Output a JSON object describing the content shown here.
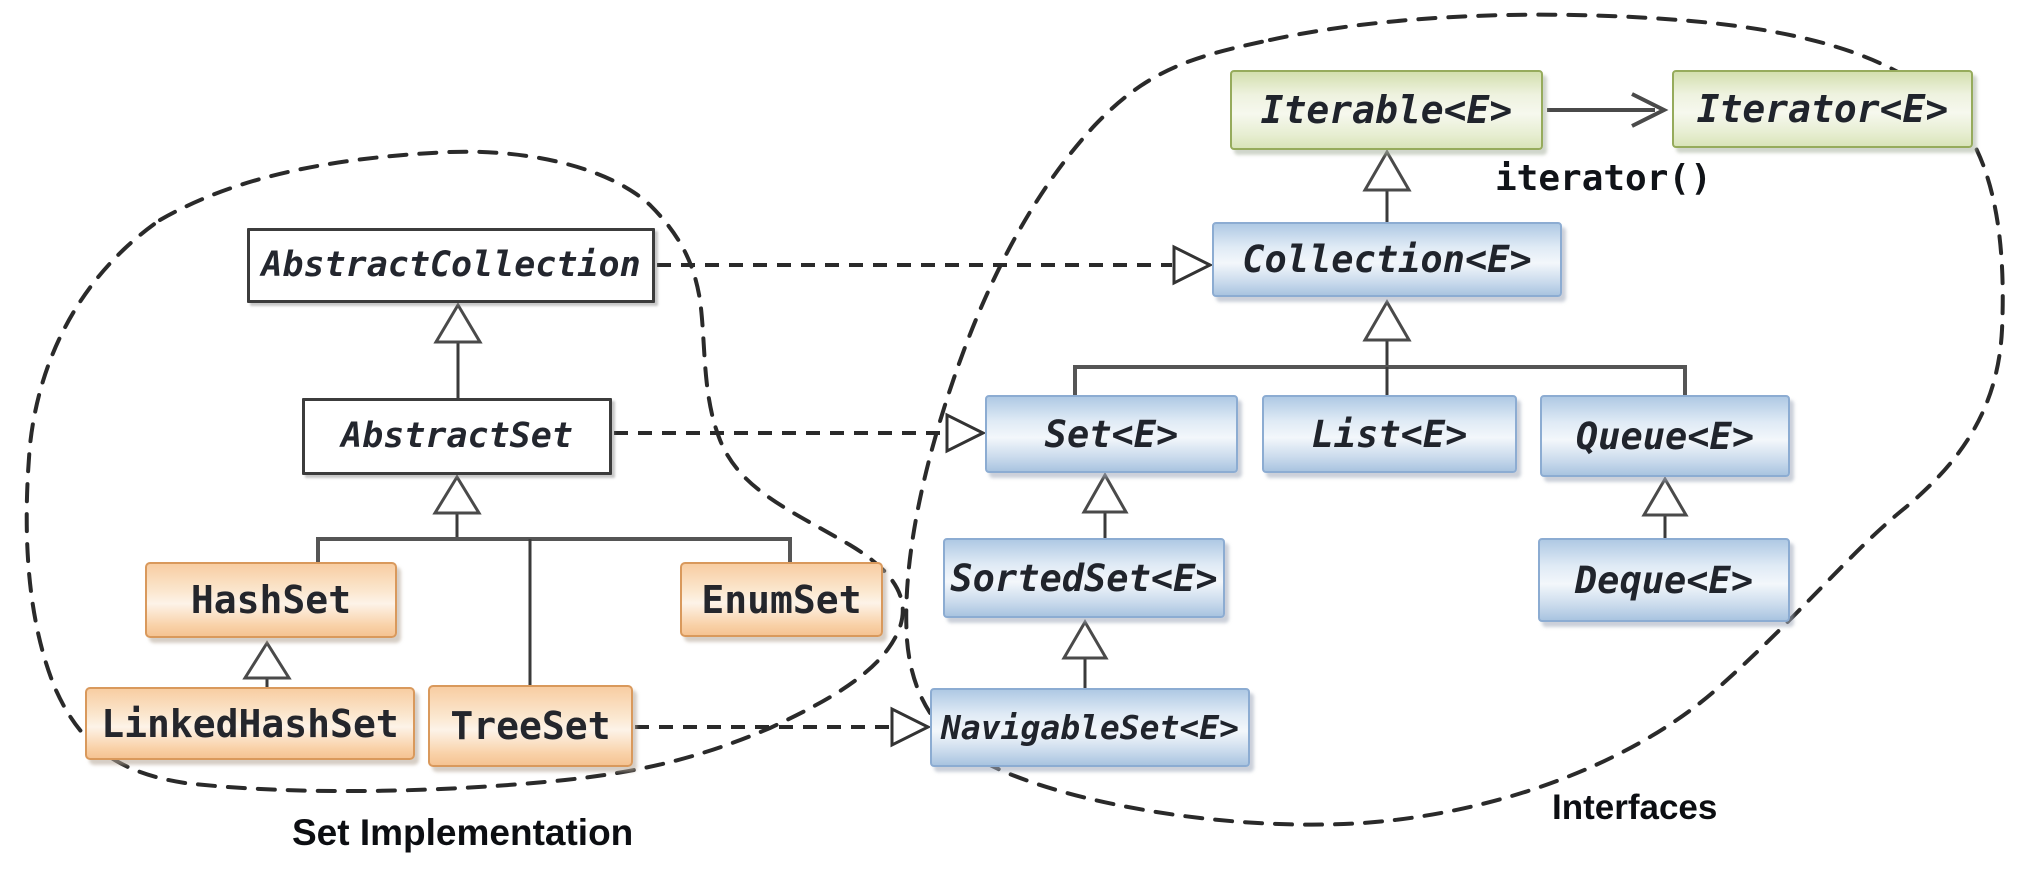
{
  "diagram": {
    "title_hint": "Java Set implementations and collection interfaces hierarchy",
    "clusters": {
      "implementation": {
        "label": "Set Implementation"
      },
      "interfaces": {
        "label": "Interfaces"
      }
    },
    "nodes": {
      "iterable": {
        "label": "Iterable<E>",
        "kind": "interface"
      },
      "iterator": {
        "label": "Iterator<E>",
        "kind": "interface"
      },
      "collection": {
        "label": "Collection<E>",
        "kind": "interface"
      },
      "set": {
        "label": "Set<E>",
        "kind": "interface"
      },
      "list": {
        "label": "List<E>",
        "kind": "interface"
      },
      "queue": {
        "label": "Queue<E>",
        "kind": "interface"
      },
      "sortedset": {
        "label": "SortedSet<E>",
        "kind": "interface"
      },
      "deque": {
        "label": "Deque<E>",
        "kind": "interface"
      },
      "navigableset": {
        "label": "NavigableSet<E>",
        "kind": "interface"
      },
      "abstractcollection": {
        "label": "AbstractCollection",
        "kind": "abstract-class"
      },
      "abstractset": {
        "label": "AbstractSet",
        "kind": "abstract-class"
      },
      "hashset": {
        "label": "HashSet",
        "kind": "concrete-class"
      },
      "enumset": {
        "label": "EnumSet",
        "kind": "concrete-class"
      },
      "linkedhashset": {
        "label": "LinkedHashSet",
        "kind": "concrete-class"
      },
      "treeset": {
        "label": "TreeSet",
        "kind": "concrete-class"
      }
    },
    "edge_label": "iterator()",
    "edges": [
      {
        "from": "iterable",
        "to": "iterator",
        "type": "association",
        "label": "iterator()"
      },
      {
        "from": "collection",
        "to": "iterable",
        "type": "extends"
      },
      {
        "from": "set",
        "to": "collection",
        "type": "extends"
      },
      {
        "from": "list",
        "to": "collection",
        "type": "extends"
      },
      {
        "from": "queue",
        "to": "collection",
        "type": "extends"
      },
      {
        "from": "sortedset",
        "to": "set",
        "type": "extends"
      },
      {
        "from": "navigableset",
        "to": "sortedset",
        "type": "extends"
      },
      {
        "from": "deque",
        "to": "queue",
        "type": "extends"
      },
      {
        "from": "abstractset",
        "to": "abstractcollection",
        "type": "extends"
      },
      {
        "from": "hashset",
        "to": "abstractset",
        "type": "extends"
      },
      {
        "from": "treeset",
        "to": "abstractset",
        "type": "extends"
      },
      {
        "from": "enumset",
        "to": "abstractset",
        "type": "extends"
      },
      {
        "from": "linkedhashset",
        "to": "hashset",
        "type": "extends"
      },
      {
        "from": "abstractcollection",
        "to": "collection",
        "type": "implements-dashed"
      },
      {
        "from": "abstractset",
        "to": "set",
        "type": "implements-dashed"
      },
      {
        "from": "treeset",
        "to": "navigableset",
        "type": "implements-dashed"
      }
    ],
    "colors": {
      "interface_green_border": "#96ab5c",
      "interface_green_fill": "#e9f0d8",
      "interface_blue_border": "#8cacd2",
      "interface_blue_fill": "#d4e2f1",
      "concrete_orange_border": "#d9995c",
      "concrete_orange_fill": "#fbdfc0",
      "abstract_border": "#3c3c3c",
      "solid_edge": "#4a4a4a",
      "dashed_edge": "#2a2a2a",
      "background": "#ffffff"
    }
  }
}
